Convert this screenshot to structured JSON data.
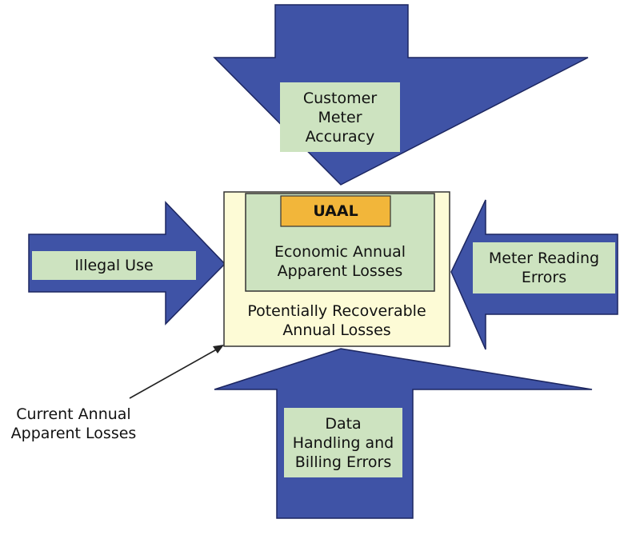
{
  "colors": {
    "arrow_fill": "#3f53a6",
    "arrow_stroke": "#1c2660",
    "label_fill": "#cde3c0",
    "outer_box_fill": "#fdfbd6",
    "inner_box_fill": "#cde3c0",
    "uaal_fill": "#f2b63a",
    "outline": "#333333"
  },
  "arrows": {
    "top": {
      "lines": [
        "Customer",
        "Meter",
        "Accuracy"
      ]
    },
    "left": {
      "lines": [
        "Illegal Use"
      ]
    },
    "right": {
      "lines": [
        "Meter Reading",
        "Errors"
      ]
    },
    "bottom": {
      "lines": [
        "Data",
        "Handling and",
        "Billing Errors"
      ]
    }
  },
  "center": {
    "uaal_label": "UAAL",
    "economic_lines": [
      "Economic Annual",
      "Apparent Losses"
    ],
    "recoverable_lines": [
      "Potentially Recoverable",
      "Annual Losses"
    ]
  },
  "callout": {
    "lines": [
      "Current Annual",
      "Apparent Losses"
    ]
  }
}
